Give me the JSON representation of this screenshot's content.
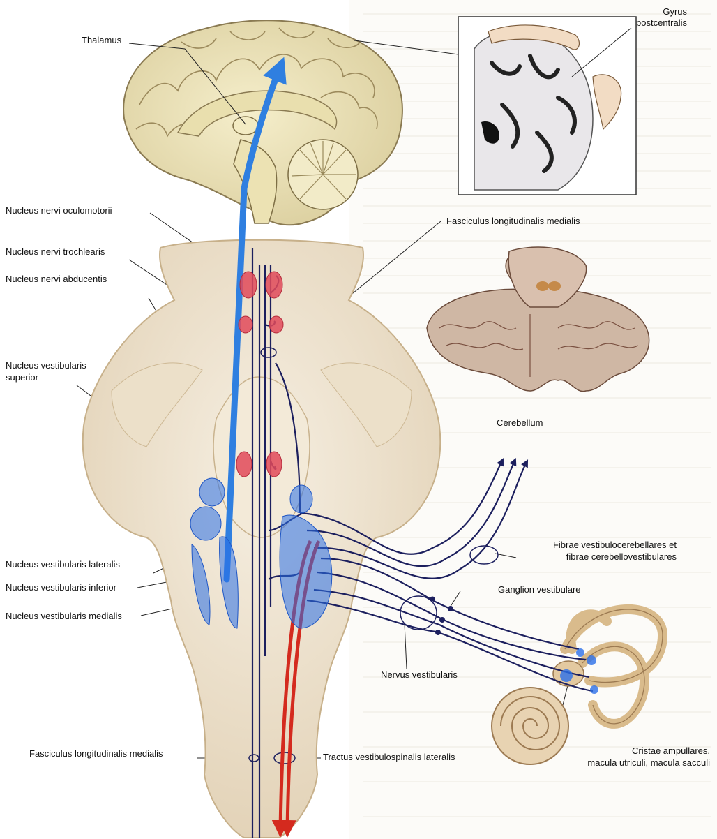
{
  "labels": {
    "thalamus": "Thalamus",
    "gyrus_postcentralis": [
      "Gyrus",
      "postcentralis"
    ],
    "nucleus_oculomotorii": "Nucleus nervi oculomotorii",
    "nucleus_trochlearis": "Nucleus nervi trochlearis",
    "nucleus_abducentis": "Nucleus nervi abducentis",
    "nucleus_vestibularis_superior": [
      "Nucleus vestibularis",
      "superior"
    ],
    "nucleus_vestibularis_lateralis": "Nucleus vestibularis lateralis",
    "nucleus_vestibularis_inferior": "Nucleus vestibularis inferior",
    "nucleus_vestibularis_medialis": "Nucleus vestibularis medialis",
    "fasciculus_mlf_top": "Fasciculus longitudinalis medialis",
    "fasciculus_mlf_bottom": "Fasciculus longitudinalis medialis",
    "cerebellum": "Cerebellum",
    "fibrae": [
      "Fibrae vestibulocerebellares et",
      "fibrae cerebellovestibulares"
    ],
    "ganglion_vestibulare": "Ganglion vestibulare",
    "nervus_vestibularis": "Nervus vestibularis",
    "tractus": "Tractus vestibulospinalis lateralis",
    "cristae": [
      "Cristae ampullares,",
      "macula utriculi, macula sacculi"
    ]
  },
  "colors": {
    "ascending_pathway": "#2f7fe0",
    "descending_tract": "#d42a1e",
    "nerve_fibers": "#1c1f5e",
    "motor_nuclei": "#e04a5a",
    "vestibular_nuclei": "#2a6fe8",
    "brainstem": "#eee3cf",
    "brain": "#efe6c2"
  },
  "icons": {
    "brain": "brain-sagittal-illustration",
    "cortex_section": "coronal-section-homunculus",
    "cerebellum_section": "cerebellum-section-illustration",
    "inner_ear": "labyrinth-cochlea-illustration",
    "brainstem": "brainstem-dorsal-view"
  }
}
